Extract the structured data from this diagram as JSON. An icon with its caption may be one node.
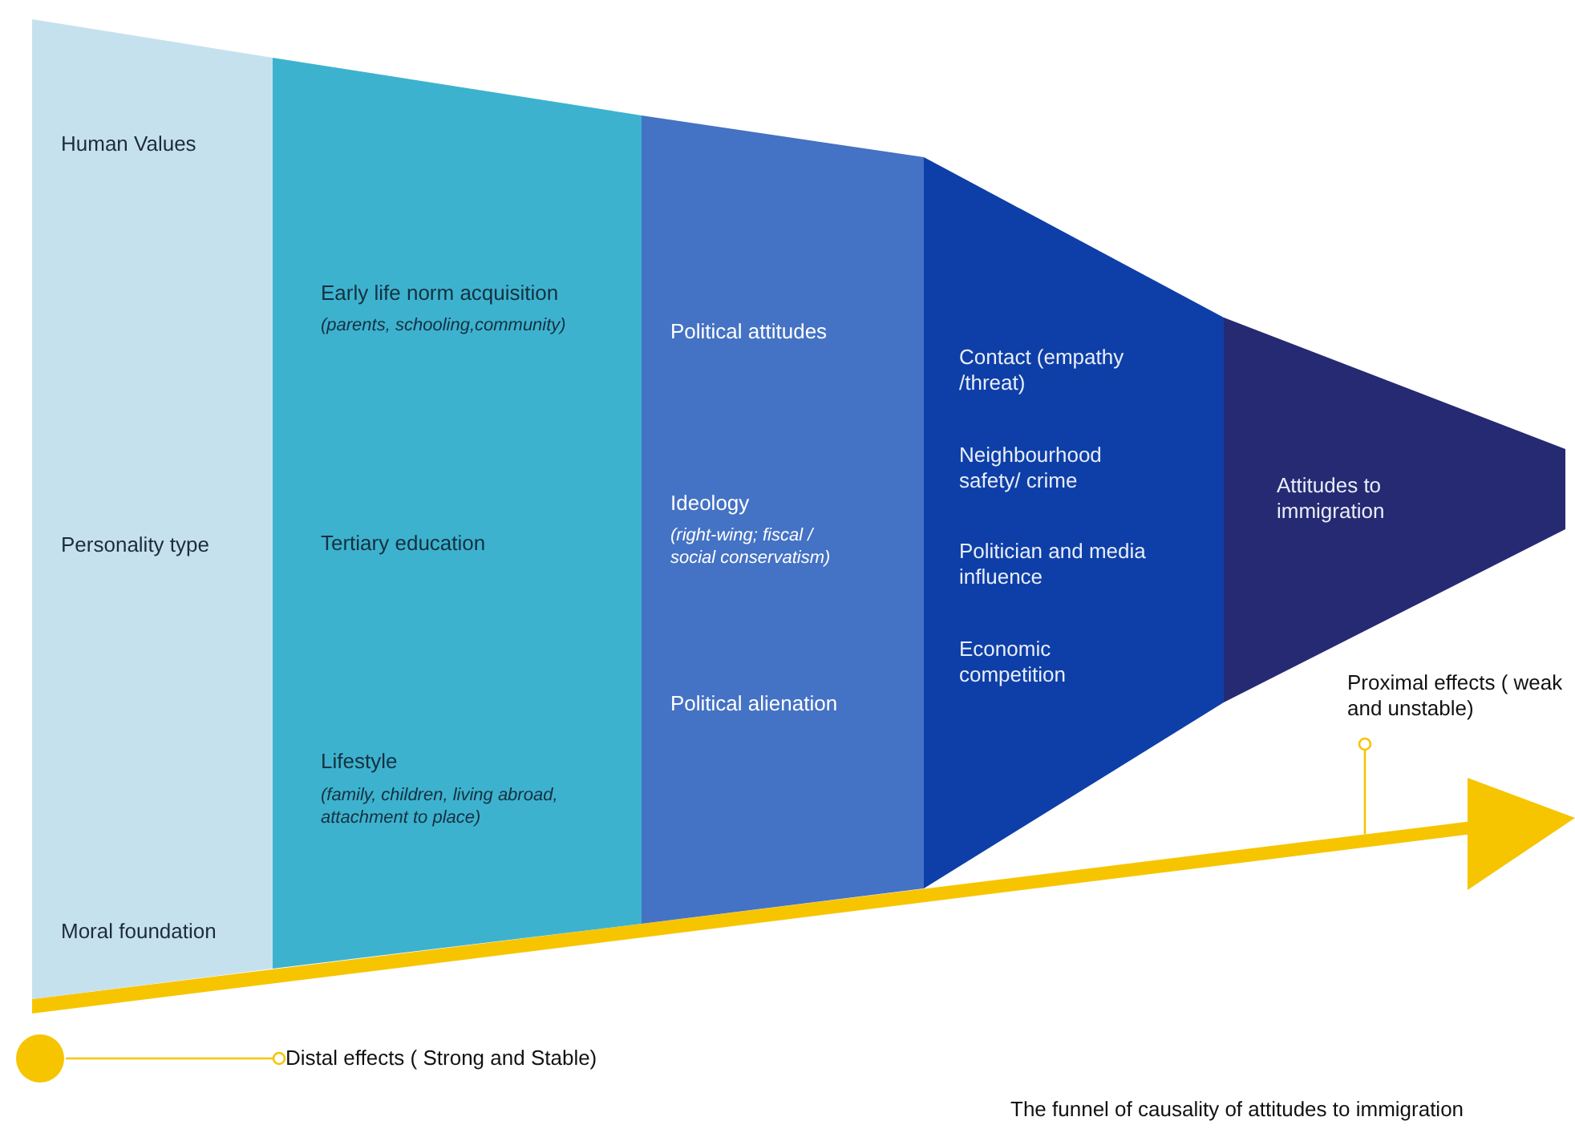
{
  "diagram": {
    "caption": "The funnel of causality of attitudes to immigration",
    "nodes": [
      {
        "text": [
          "Human Values",
          "Personality type",
          "Moral foundation"
        ]
      },
      {
        "text": [
          "Early life norm acquisition",
          "(parents, schooling,community)",
          "Tertiary education",
          "Lifestyle",
          "(family, children, living abroad, attachment to place)"
        ]
      },
      {
        "text": [
          "Political attitudes",
          "Ideology",
          "(right-wing; fiscal / social conservatism)",
          "Political alienation"
        ]
      },
      {
        "text": [
          "Contact (empathy /threat)",
          "Neighbourhood safety/ crime",
          "Politician and media influence",
          "Economic competition"
        ]
      },
      {
        "text": [
          "Attitudes to immigration"
        ]
      },
      {
        "text": [
          "Distal effects ( Strong and Stable)"
        ]
      },
      {
        "text": [],
        "shape": "circle"
      },
      {
        "text": [
          "Proximal effects ( weak and unstable)"
        ]
      },
      {
        "text": [],
        "shape": "arrow"
      }
    ],
    "edges": [
      {
        "from": 5,
        "to": 6,
        "arrow": "other"
      },
      {
        "from": 7,
        "to": 8,
        "arrow": "other"
      }
    ]
  }
}
